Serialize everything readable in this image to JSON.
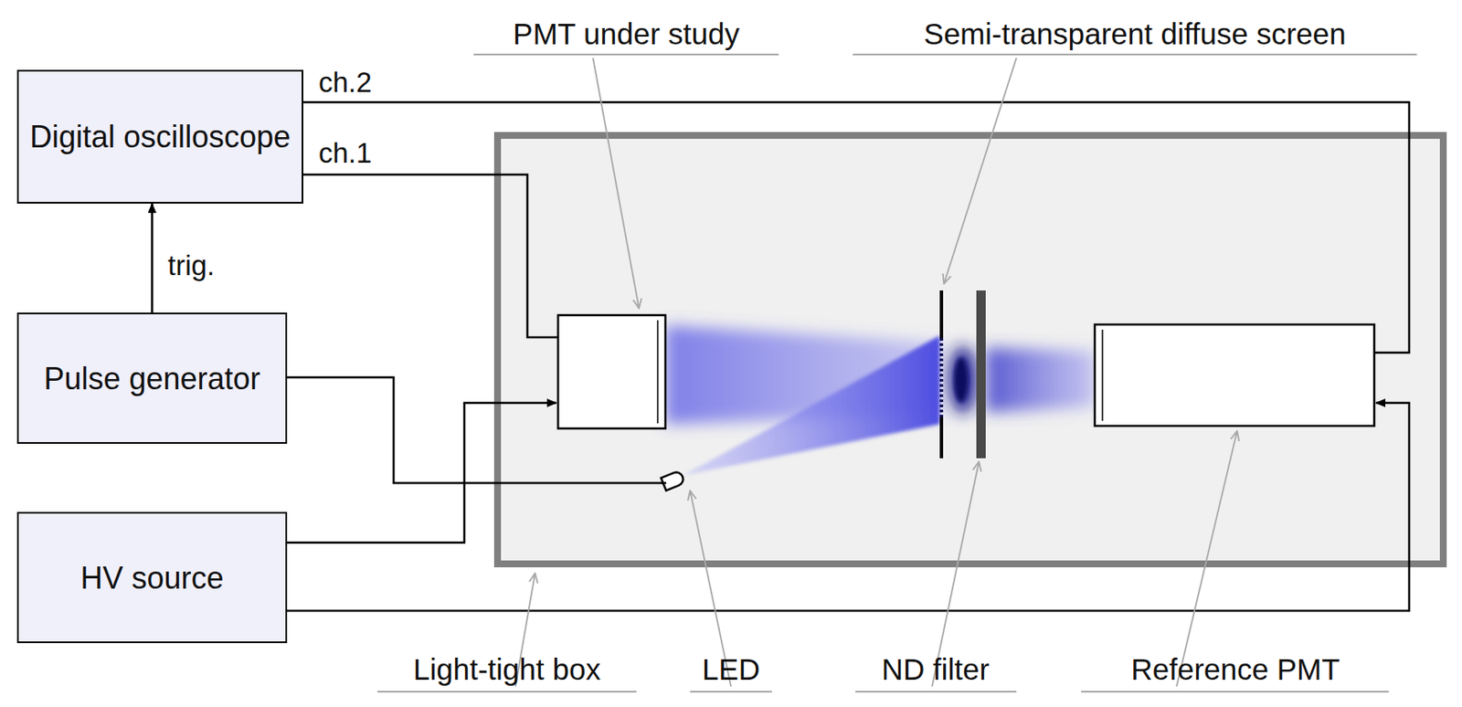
{
  "diagram": {
    "nodes": [
      {
        "text": [
          "Digital oscilloscope"
        ]
      },
      {
        "text": [
          "Pulse generator"
        ]
      },
      {
        "text": [
          "HV source"
        ]
      }
    ],
    "edges": [
      {
        "from": 1,
        "to": 0,
        "arrow": "to",
        "label": "trig."
      }
    ],
    "labels": [
      "PMT under study",
      "Semi-transparent diffuse screen",
      "ch.2",
      "ch.1",
      "Light-tight box",
      "LED",
      "ND filter",
      "Reference PMT"
    ]
  }
}
